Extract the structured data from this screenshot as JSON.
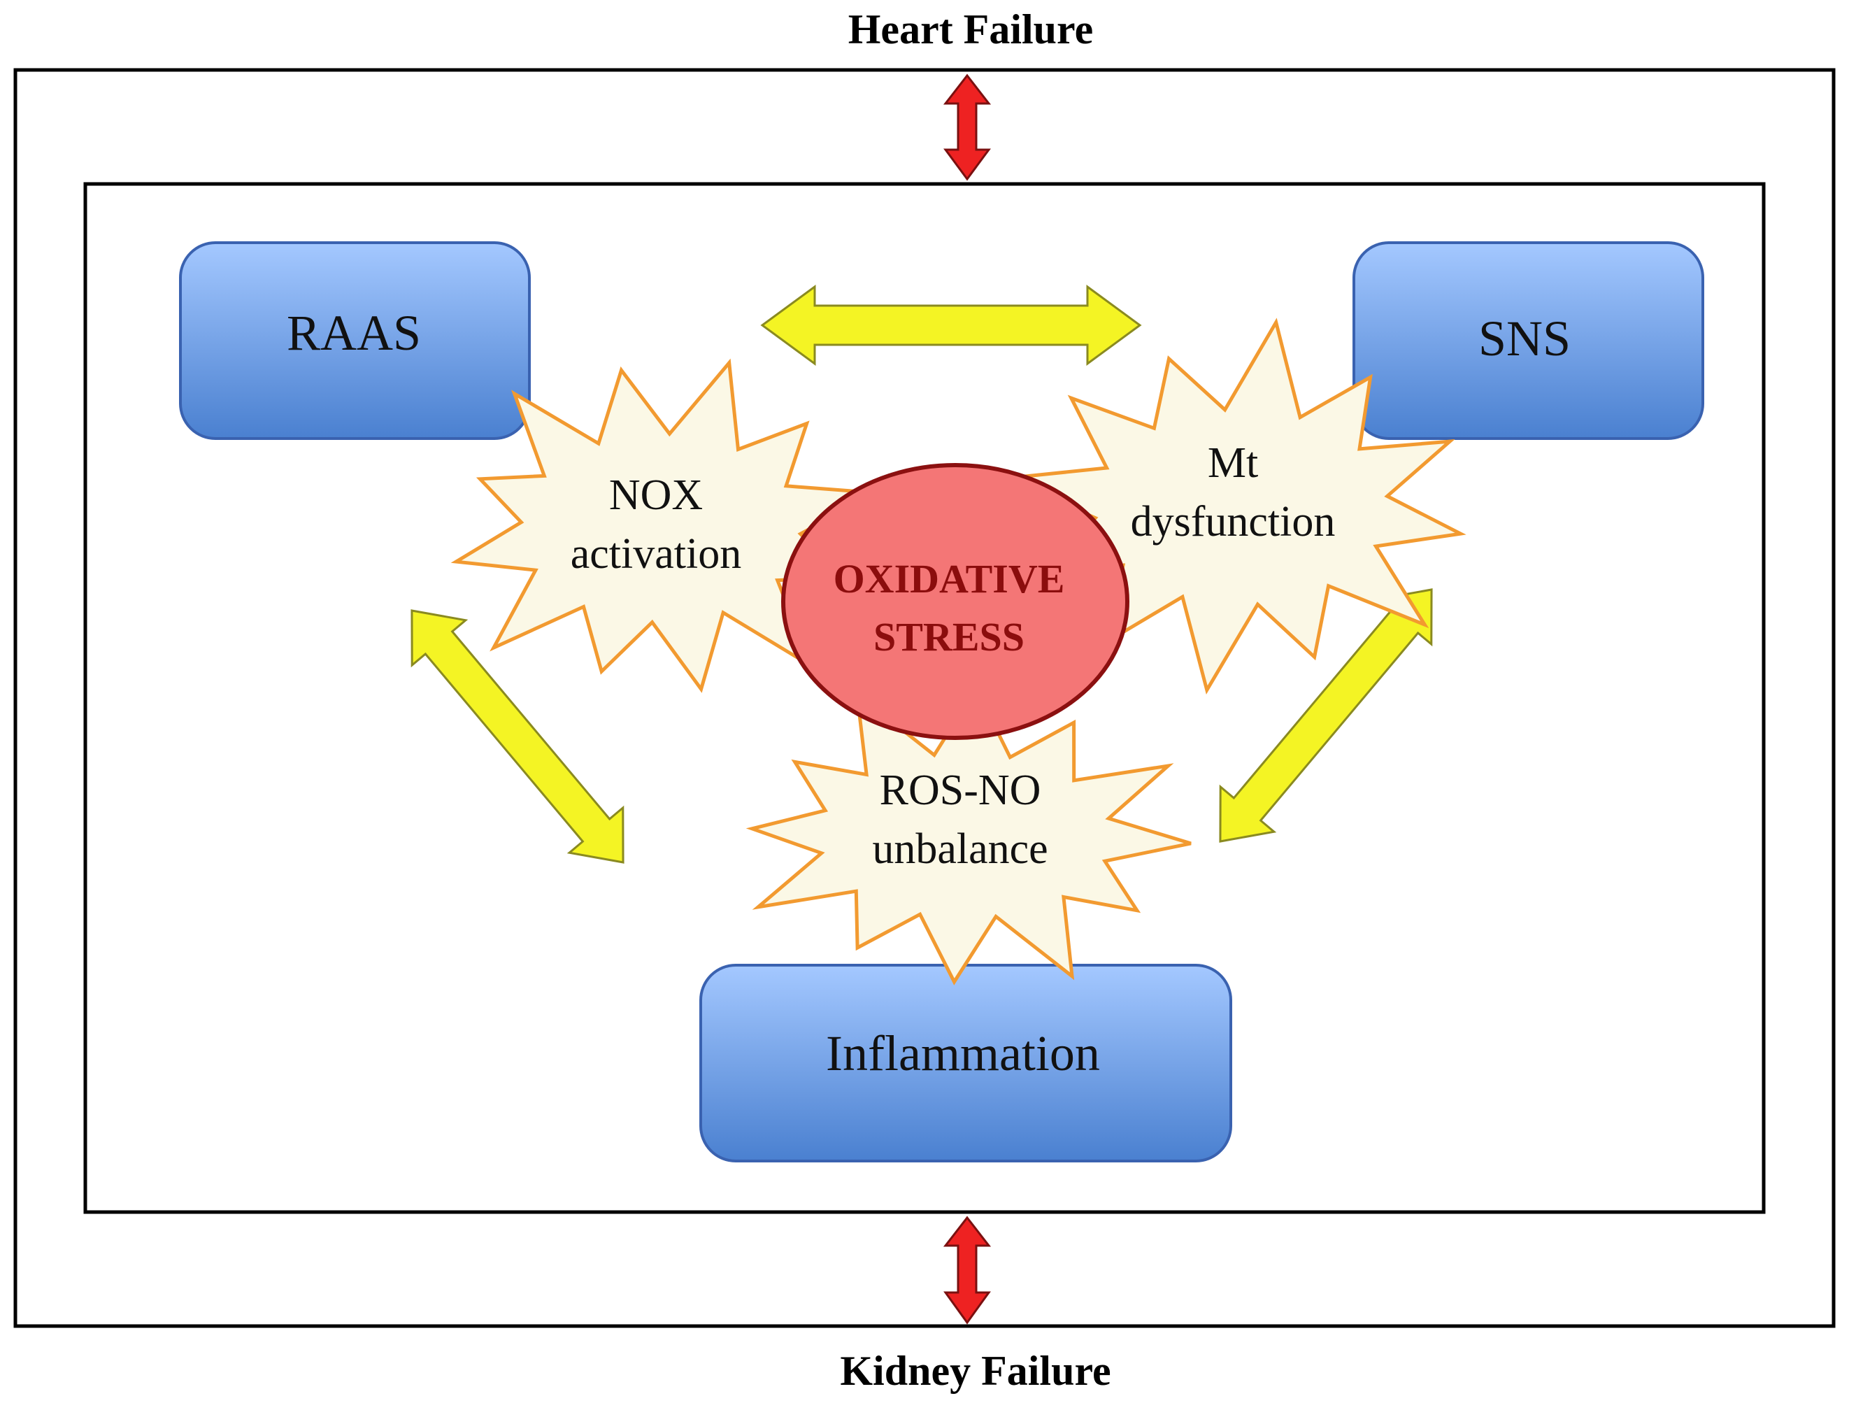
{
  "labels": {
    "top": "Heart Failure",
    "bottom": "Kidney Failure"
  },
  "boxes": {
    "raas": "RAAS",
    "sns": "SNS",
    "inflammation": "Inflammation"
  },
  "center": {
    "line1": "OXIDATIVE",
    "line2": "STRESS"
  },
  "bursts": {
    "nox": {
      "line1": "NOX",
      "line2": "activation"
    },
    "mt": {
      "line1": "Mt",
      "line2": "dysfunction"
    },
    "ros": {
      "line1": "ROS-NO",
      "line2": "unbalance"
    }
  },
  "colors": {
    "box_top": "#9cc2ff",
    "box_bottom": "#4a80d0",
    "box_border": "#3a62b0",
    "ellipse_fill": "#f47676",
    "ellipse_border": "#8b1010",
    "burst_fill": "#fbf8e6",
    "burst_border": "#f29a30",
    "yellow_arrow": "#f4f424",
    "red_arrow": "#ee2222"
  }
}
